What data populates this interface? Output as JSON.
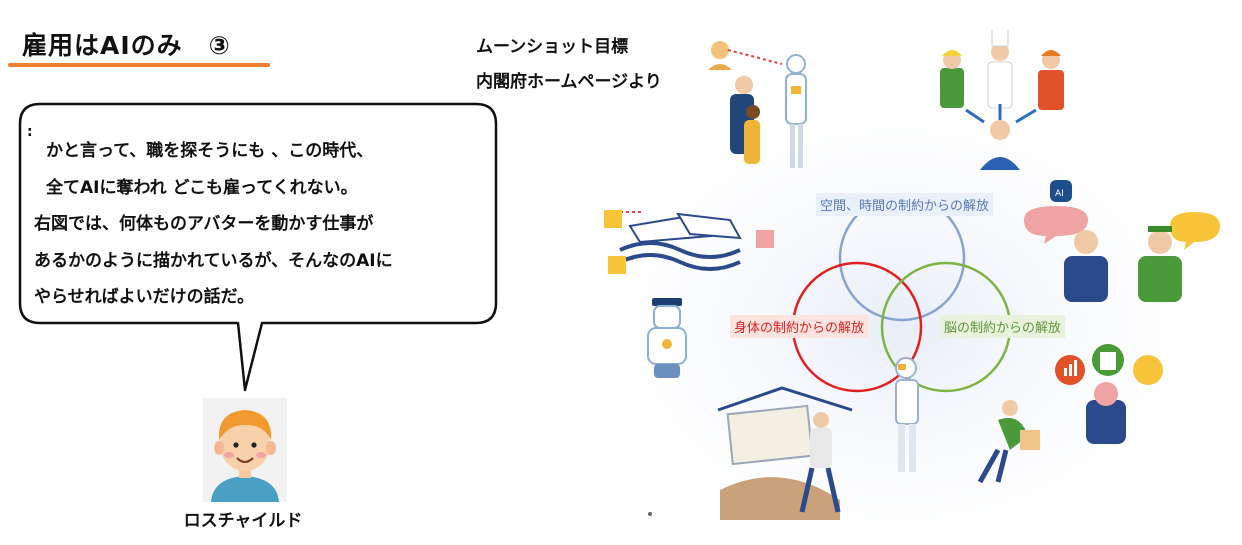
{
  "title": {
    "main": "雇用はAIのみ",
    "number": "③"
  },
  "source": {
    "line1": "ムーンショット目標",
    "line2": "内閣府ホームページより"
  },
  "bubble": {
    "marker": ":",
    "lines": [
      "かと言って、職を探そうにも 、この時代、",
      "全てAIに奪われ どこも雇ってくれない。",
      "右図では、何体ものアバターを動かす仕事が",
      "あるかのように描かれているが、そんなのAIに",
      "やらせればよいだけの話だ。"
    ]
  },
  "speaker": {
    "name": "ロスチャイルド"
  },
  "diagram": {
    "labels": {
      "space": "空間、時間の制約からの解放",
      "body": "身体の制約からの解放",
      "brain": "脳の制約からの解放"
    },
    "colors": {
      "space": "#7f98c9",
      "body": "#e02020",
      "brain": "#7cb342",
      "accent": "#ed7d31"
    },
    "scenes": [
      "avatar-robot-caregiver",
      "workers-connected",
      "ai-head-icon",
      "conversation",
      "data-analysis",
      "exoskeleton-worker",
      "cyborg-robot",
      "disaster-rescue",
      "police-robot",
      "avatar-boats",
      "presenter"
    ]
  }
}
